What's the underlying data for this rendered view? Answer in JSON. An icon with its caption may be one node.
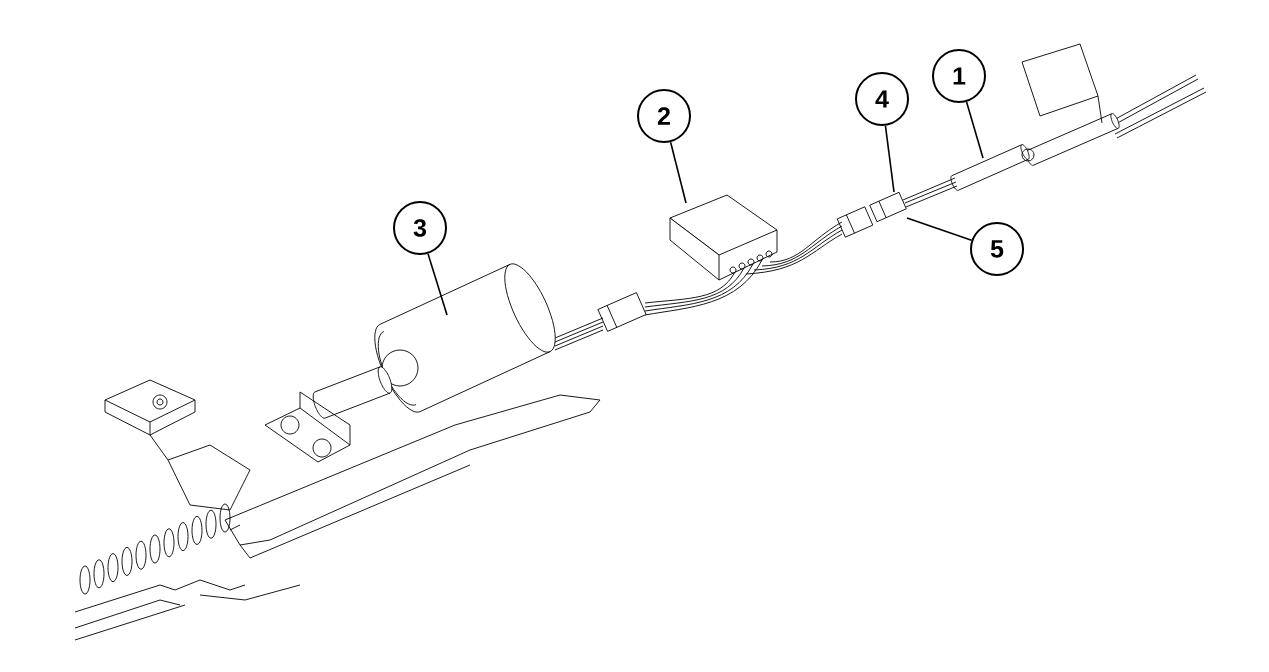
{
  "diagram": {
    "nodes": [
      {
        "text": [
          "1"
        ]
      },
      {
        "text": [
          "2"
        ]
      },
      {
        "text": [
          "3"
        ]
      },
      {
        "text": [
          "4"
        ]
      },
      {
        "text": [
          "5"
        ]
      }
    ],
    "edges": [
      {
        "from": 0,
        "to": null,
        "arrow": "none"
      },
      {
        "from": 1,
        "to": null,
        "arrow": "none"
      },
      {
        "from": 2,
        "to": null,
        "arrow": "none"
      },
      {
        "from": 3,
        "to": null,
        "arrow": "none"
      },
      {
        "from": 4,
        "to": null,
        "arrow": "none"
      }
    ]
  }
}
